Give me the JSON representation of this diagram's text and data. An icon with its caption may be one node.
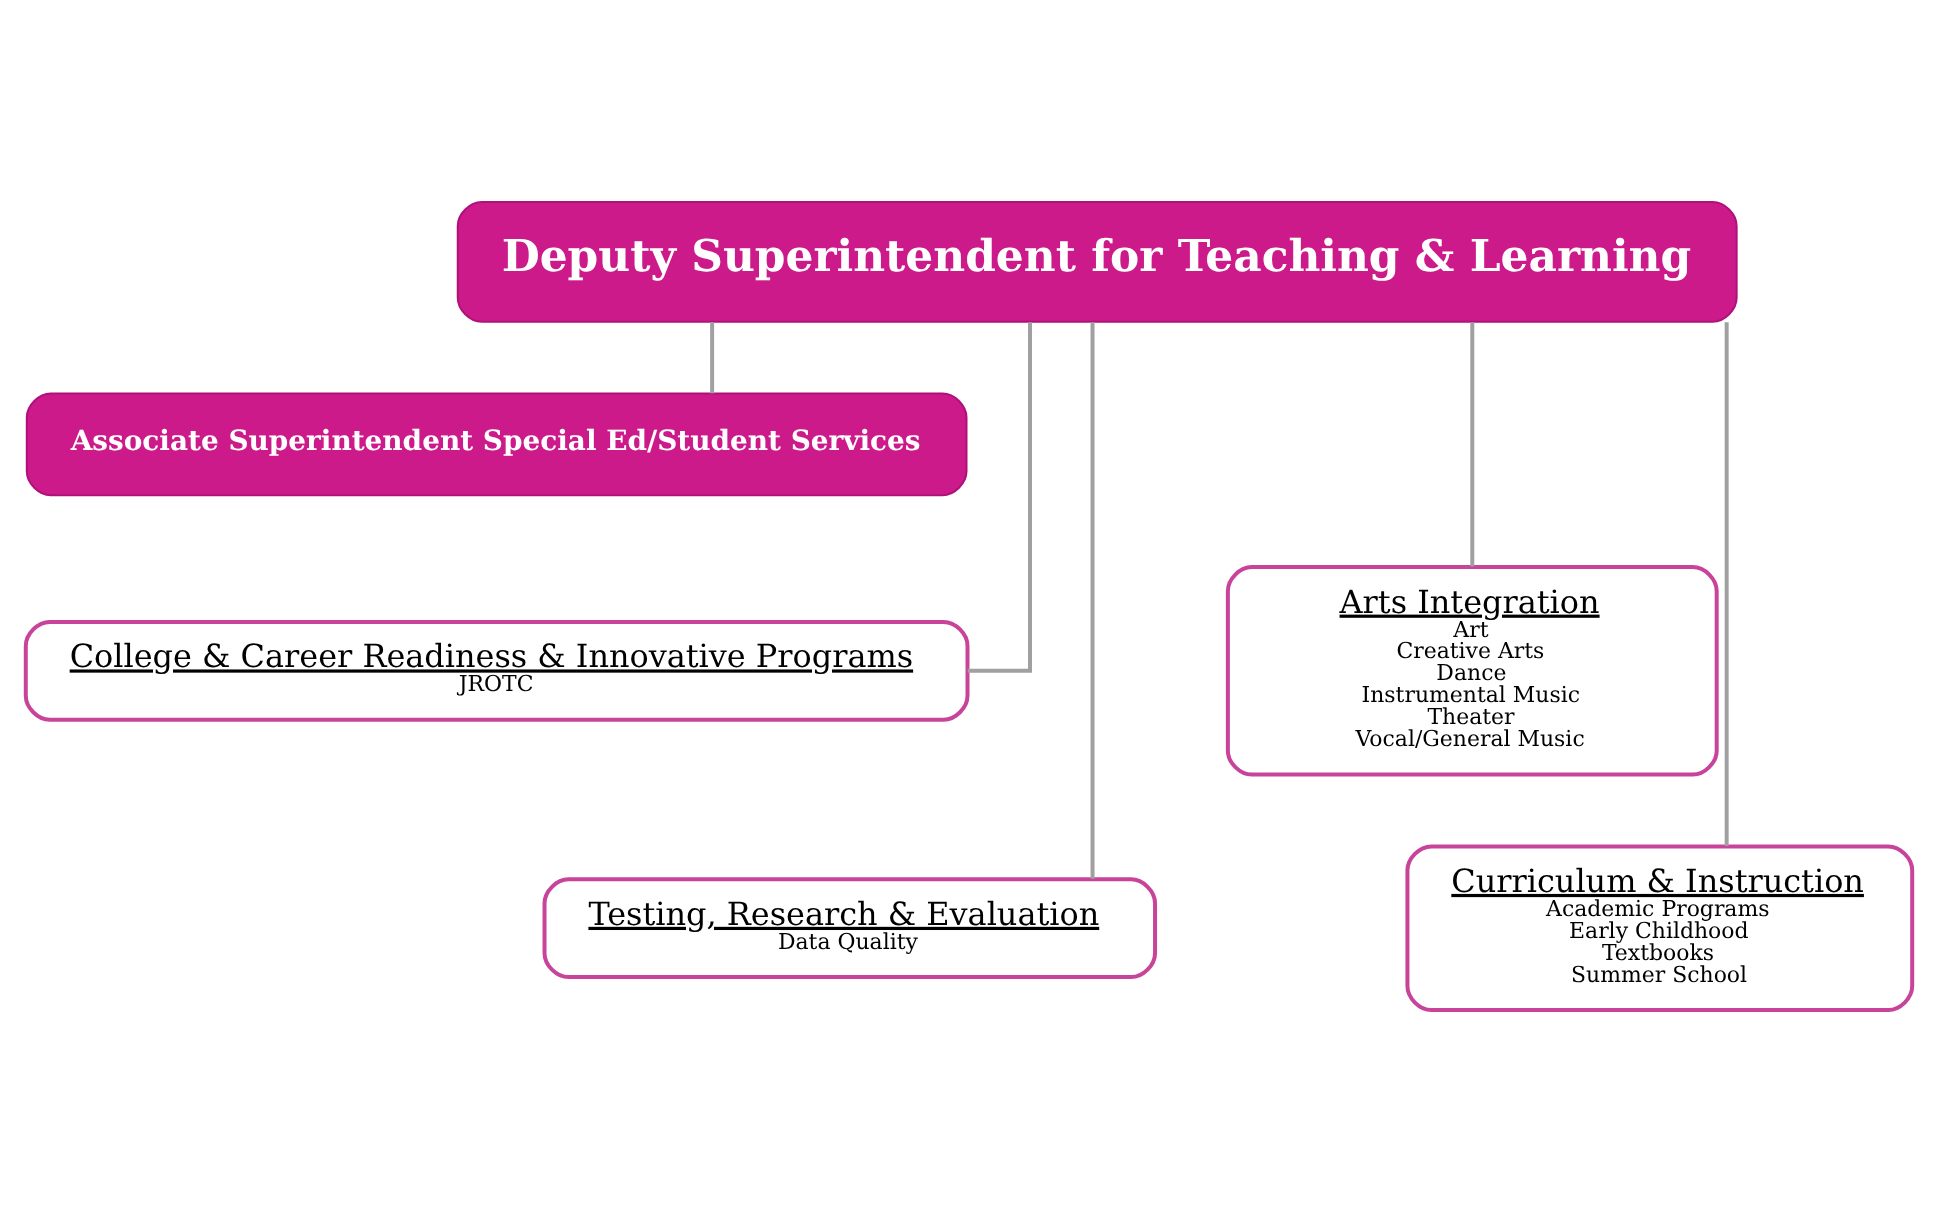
{
  "diagram": {
    "nodes": [
      {
        "text": [
          "Deputy Superintendent for Teaching & Learning"
        ]
      },
      {
        "text": [
          "Associate Superintendent Special Ed/Student Services"
        ]
      },
      {
        "text": [
          "Arts Integration",
          "Art",
          "Creative Arts",
          "Dance",
          "Instrumental Music",
          "Theater",
          "Vocal/General Music"
        ]
      },
      {
        "text": [
          "College & Career Readiness & Innovative Programs",
          "JROTC"
        ]
      },
      {
        "text": [
          "Curriculum & Instruction",
          "Academic Programs",
          "Early Childhood",
          "Textbooks",
          "Summer School"
        ]
      },
      {
        "text": [
          "Testing, Research & Evaluation",
          "Data Quality"
        ]
      }
    ],
    "edges": [
      {
        "from": 0,
        "to": 1,
        "arrow": "none"
      },
      {
        "from": 0,
        "to": 2,
        "arrow": "none"
      },
      {
        "from": 0,
        "to": 3,
        "arrow": "none"
      },
      {
        "from": 0,
        "to": 4,
        "arrow": "none"
      },
      {
        "from": 0,
        "to": 5,
        "arrow": "none"
      }
    ]
  }
}
